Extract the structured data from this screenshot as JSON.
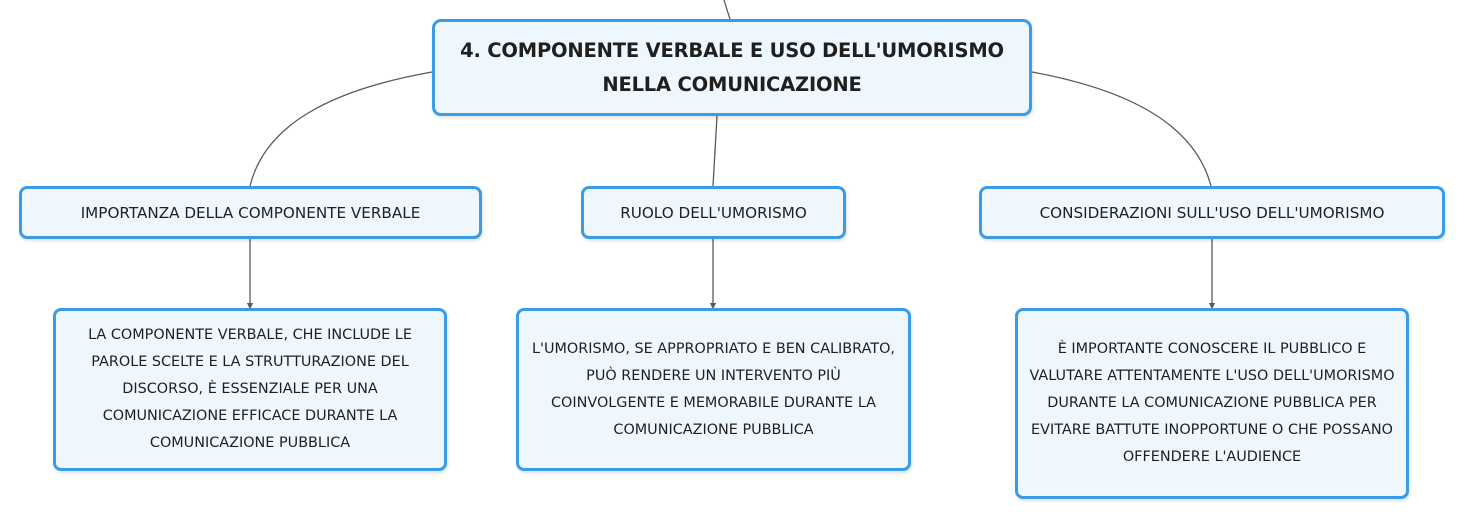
{
  "central_topic": {
    "text": "4. COMPONENTE VERBALE E USO DELL'UMORISMO NELLA COMUNICAZIONE"
  },
  "topics": [
    {
      "label": "IMPORTANZA DELLA COMPONENTE VERBALE",
      "detail": "LA COMPONENTE VERBALE, CHE INCLUDE LE PAROLE SCELTE E LA STRUTTURAZIONE DEL DISCORSO, È ESSENZIALE PER UNA COMUNICAZIONE EFFICACE DURANTE LA COMUNICAZIONE PUBBLICA"
    },
    {
      "label": "RUOLO DELL'UMORISMO",
      "detail": "L'UMORISMO, SE APPROPRIATO E BEN CALIBRATO, PUÒ RENDERE UN INTERVENTO PIÙ COINVOLGENTE E MEMORABILE DURANTE LA COMUNICAZIONE PUBBLICA"
    },
    {
      "label": "CONSIDERAZIONI SULL'USO DELL'UMORISMO",
      "detail": "È IMPORTANTE CONOSCERE IL PUBBLICO E VALUTARE ATTENTAMENTE L'USO DELL'UMORISMO DURANTE LA COMUNICAZIONE PUBBLICA PER EVITARE BATTUTE INOPPORTUNE O CHE POSSANO OFFENDERE L'AUDIENCE"
    }
  ],
  "colors": {
    "node_border": "#3a9be6",
    "node_fill": "#eef7fd",
    "connector": "#5a5a5a"
  }
}
